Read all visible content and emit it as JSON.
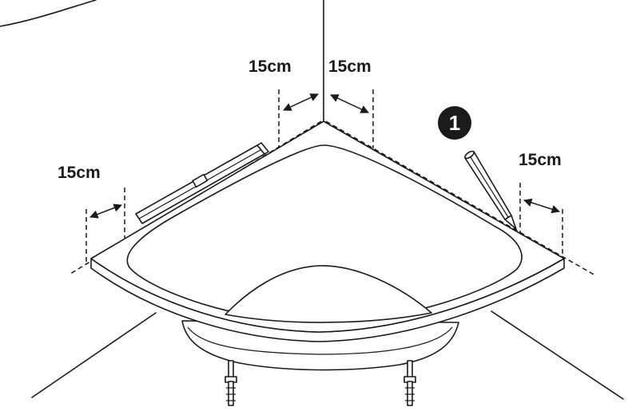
{
  "labels": {
    "left_top": "15cm",
    "right_top": "15cm",
    "left_side": "15cm",
    "right_side": "15cm"
  },
  "step": {
    "number": "1"
  },
  "colors": {
    "ink": "#1a1a1a",
    "background": "#ffffff"
  }
}
